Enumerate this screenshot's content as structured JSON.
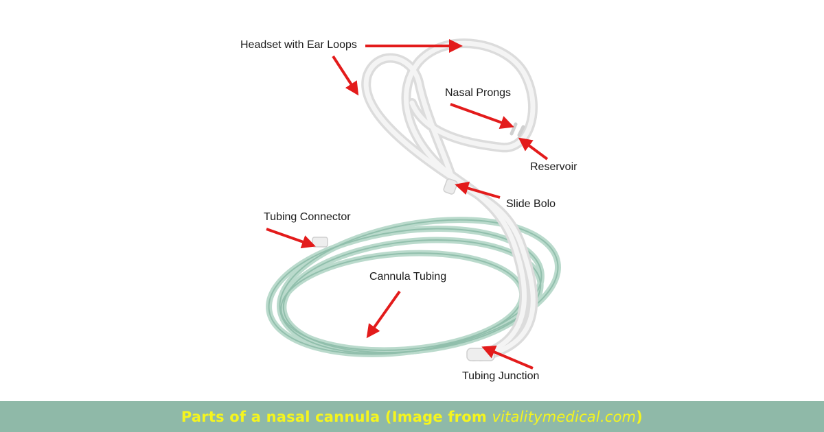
{
  "diagram": {
    "subject": "nasal cannula",
    "labels": {
      "headset": "Headset with Ear Loops",
      "nasal_prongs": "Nasal Prongs",
      "reservoir": "Reservoir",
      "slide_bolo": "Slide Bolo",
      "tubing_connector": "Tubing Connector",
      "cannula_tubing": "Cannula Tubing",
      "tubing_junction": "Tubing Junction"
    },
    "colors": {
      "arrow": "#e31b1b",
      "tubing_green": "#9cc8b6",
      "headset_white": "#e8e8e8",
      "caption_bg": "#8fb9a8",
      "caption_text": "#f5f51e"
    }
  },
  "caption": {
    "prefix": "Parts of a nasal cannula (Image from ",
    "source": "vitalitymedical.com",
    "suffix": ")"
  }
}
